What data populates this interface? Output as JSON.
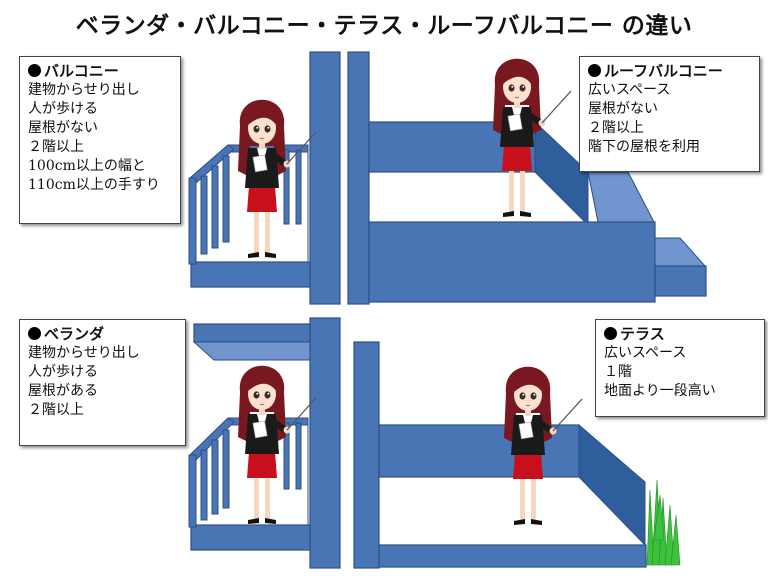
{
  "title": "ベランダ・バルコニー・テラス・ルーフバルコニー の違い",
  "panels": {
    "balcony": {
      "heading": "バルコニー",
      "lines": [
        "建物からせり出し",
        "人が歩ける",
        "屋根がない",
        "２階以上",
        "100cm以上の幅と",
        "110cm以上の手すり"
      ]
    },
    "roof_balcony": {
      "heading": "ルーフバルコニー",
      "lines": [
        "広いスペース",
        "屋根がない",
        "２階以上",
        "階下の屋根を利用"
      ]
    },
    "veranda": {
      "heading": "ベランダ",
      "lines": [
        "建物からせり出し",
        "人が歩ける",
        "屋根がある",
        "２階以上"
      ]
    },
    "terrace": {
      "heading": "テラス",
      "lines": [
        "広いスペース",
        "１階",
        "地面より一段高い"
      ]
    }
  },
  "colors": {
    "structure": "#4a75b5",
    "structure_dark": "#2e4f86",
    "structure_light": "#7195cf",
    "grass": "#3ec23e"
  },
  "figures": [
    "presenter-woman-balcony",
    "presenter-woman-roof-balcony",
    "presenter-woman-veranda",
    "presenter-woman-terrace"
  ]
}
